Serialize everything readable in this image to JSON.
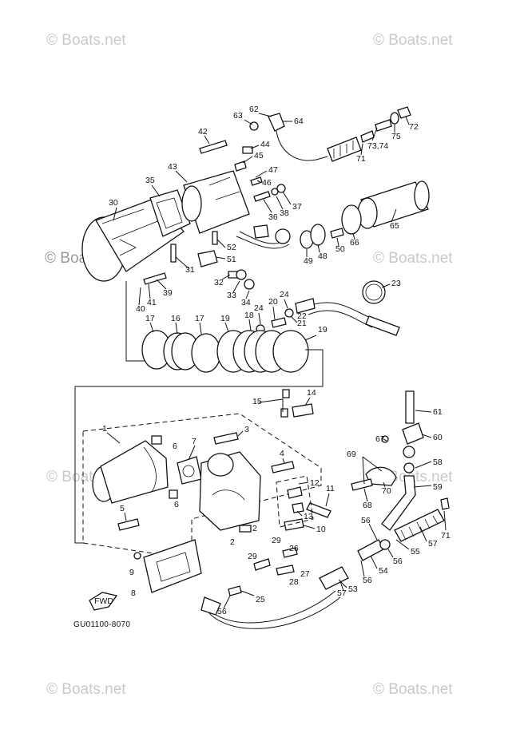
{
  "watermark": {
    "text": "© Boats.net"
  },
  "diagram_code": "GU01100-8070",
  "fwd_label": "FWD",
  "callouts": [
    "1",
    "2",
    "3",
    "4",
    "5",
    "6",
    "7",
    "8",
    "9",
    "10",
    "11",
    "12",
    "13",
    "14",
    "15",
    "16",
    "17",
    "18",
    "19",
    "20",
    "21",
    "22",
    "23",
    "24",
    "25",
    "26",
    "27",
    "28",
    "29",
    "30",
    "31",
    "32",
    "33",
    "34",
    "35",
    "36",
    "37",
    "38",
    "39",
    "40",
    "41",
    "42",
    "43",
    "44",
    "45",
    "46",
    "47",
    "48",
    "49",
    "50",
    "51",
    "52",
    "53",
    "54",
    "55",
    "56",
    "57",
    "58",
    "59",
    "60",
    "61",
    "62",
    "63",
    "64",
    "65",
    "66",
    "67",
    "68",
    "69",
    "70",
    "71",
    "72",
    "73,74",
    "75"
  ]
}
